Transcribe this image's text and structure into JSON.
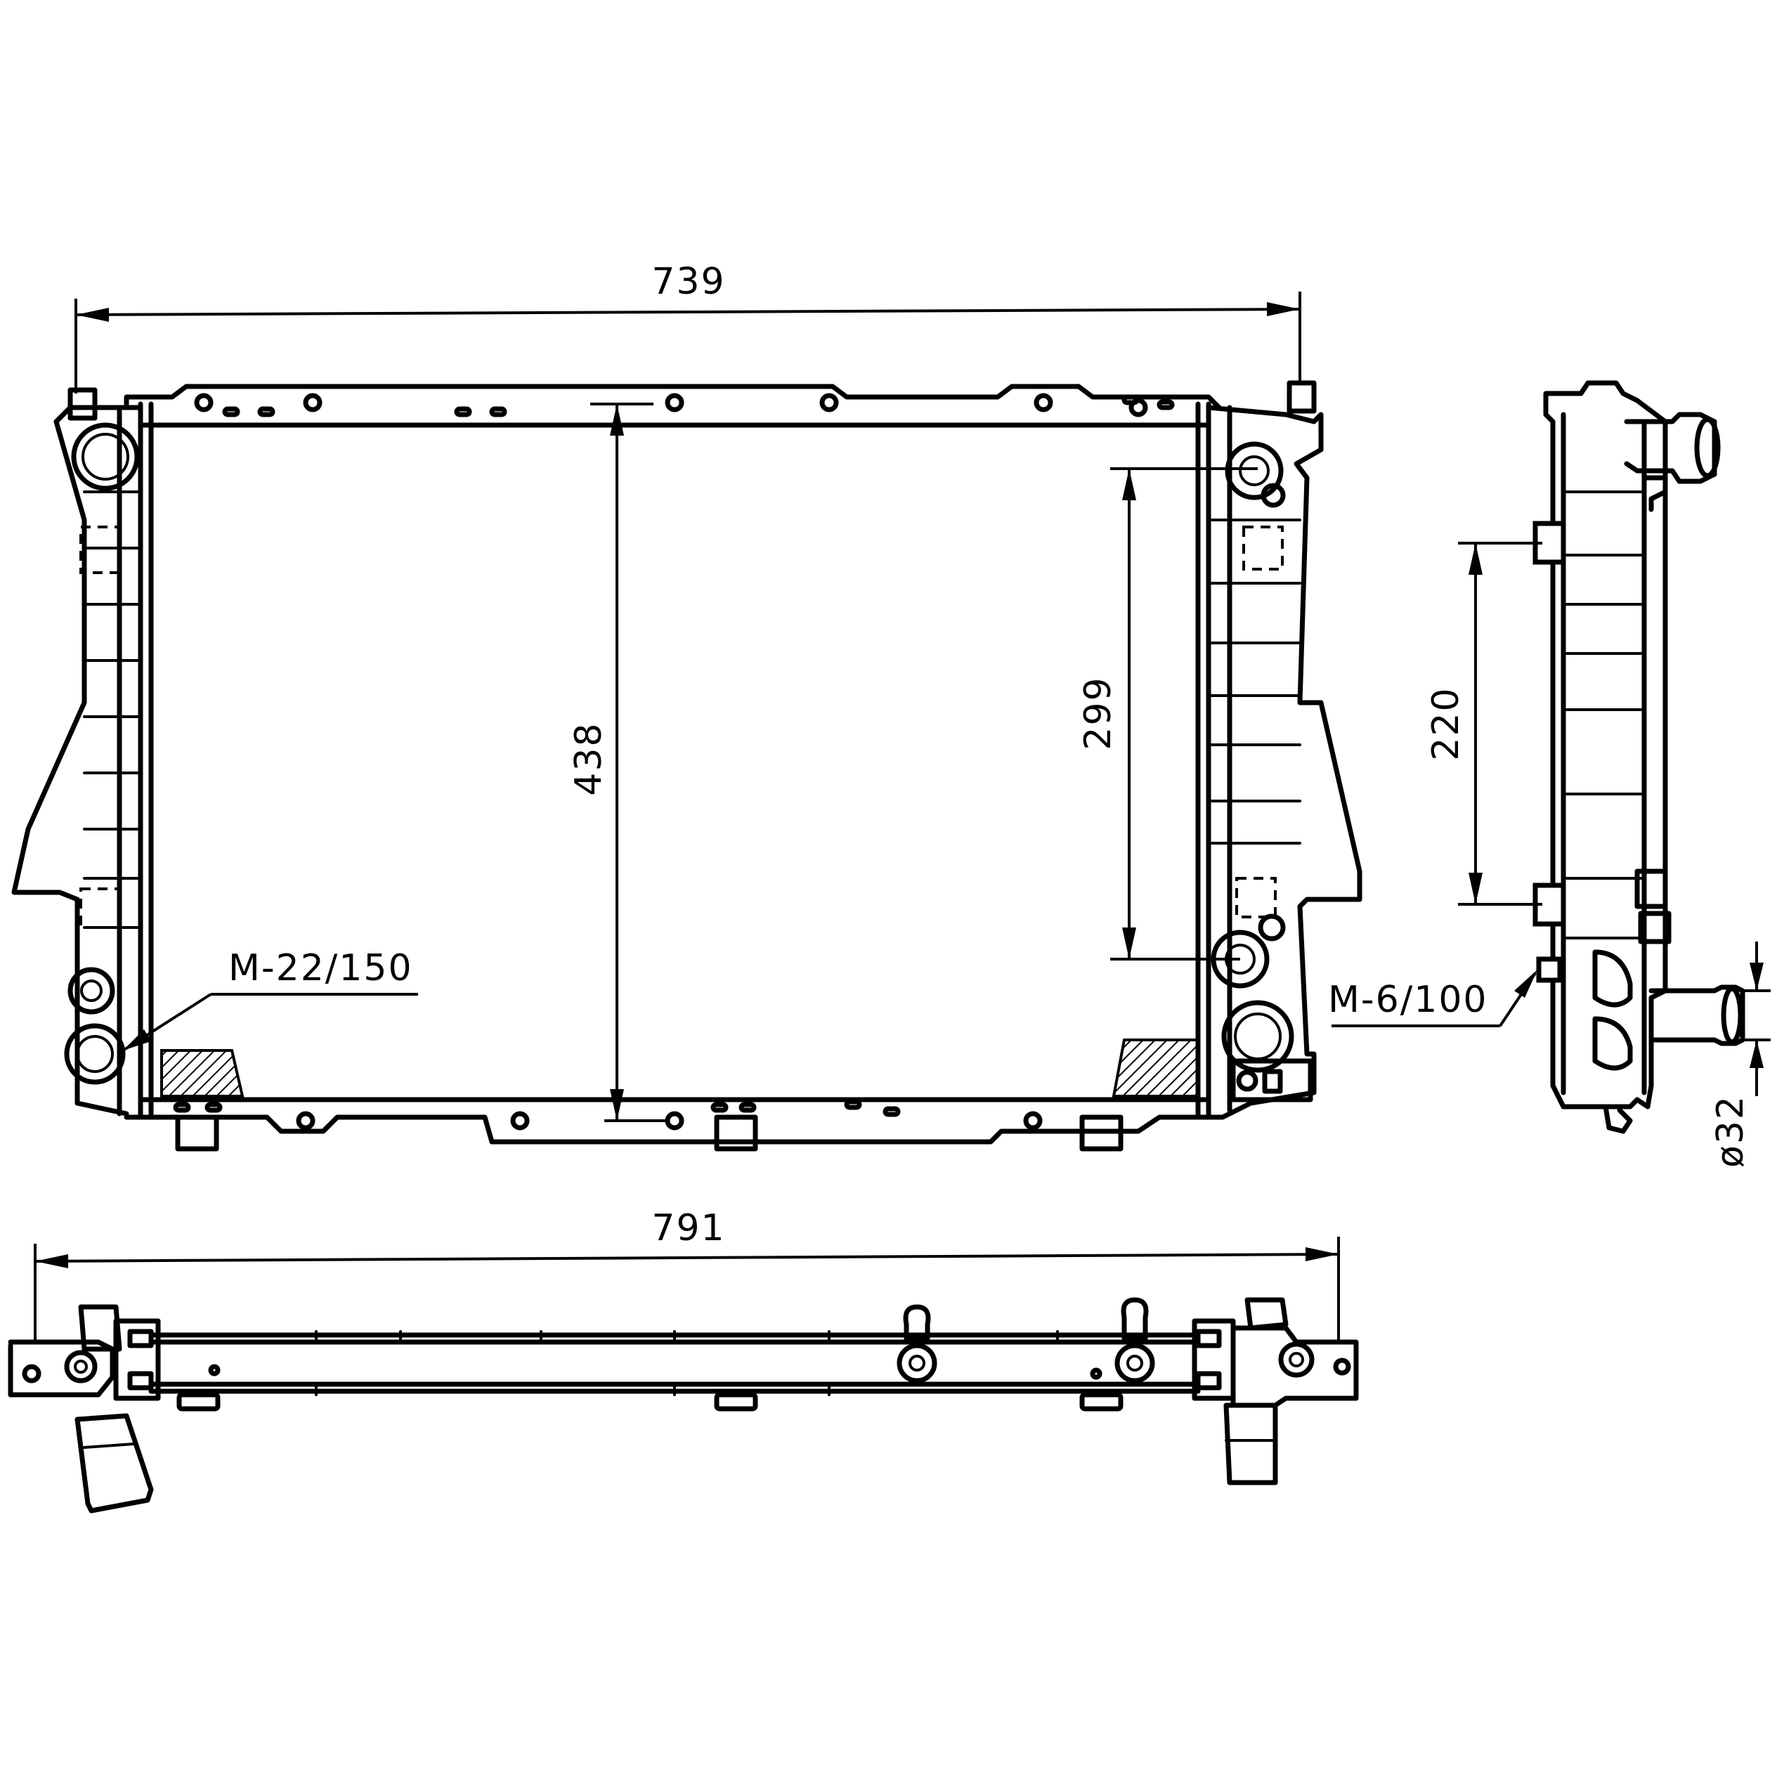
{
  "dimensions": {
    "overall_width_top": "739",
    "core_height": "438",
    "connection_spacing_front": "299",
    "connection_spacing_side": "220",
    "overall_width_bottom": "791",
    "pipe_diameter": "ø32"
  },
  "callouts": {
    "drain_fitting": "M-22/150",
    "sensor_fitting": "M-6/100"
  }
}
